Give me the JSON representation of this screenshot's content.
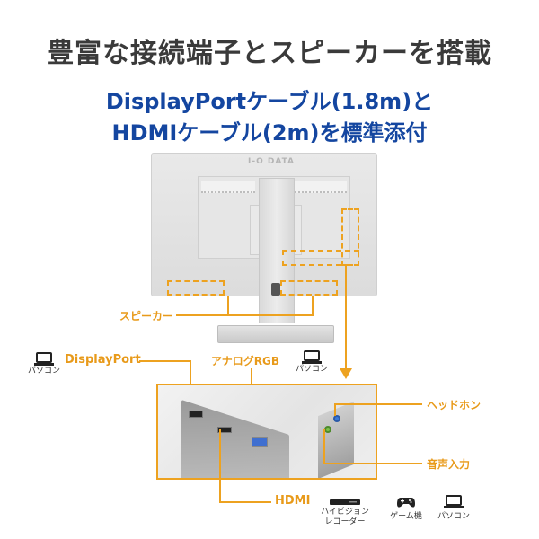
{
  "header": {
    "title": "豊富な接続端子とスピーカーを搭載",
    "subtitle_line1": "DisplayPortケーブル(1.8m)と",
    "subtitle_line2": "HDMIケーブル(2m)を標準添付"
  },
  "monitor": {
    "brand": "I-O DATA"
  },
  "labels": {
    "speaker": "スピーカー",
    "displayport": "DisplayPort",
    "analog_rgb": "アナログRGB",
    "hdmi": "HDMI",
    "headphone": "ヘッドホン",
    "audio_in": "音声入力"
  },
  "devices": {
    "displayport_pc": {
      "icon": "laptop-icon",
      "label": "パソコン"
    },
    "analog_pc": {
      "icon": "laptop-icon",
      "label": "パソコン"
    },
    "hdmi_devices": [
      {
        "icon": "recorder-icon",
        "label_line1": "ハイビジョン",
        "label_line2": "レコーダー"
      },
      {
        "icon": "gamepad-icon",
        "label_line1": "ゲーム機",
        "label_line2": ""
      },
      {
        "icon": "laptop-icon",
        "label_line1": "パソコン",
        "label_line2": ""
      }
    ]
  },
  "colors": {
    "title": "#3a3a3a",
    "subtitle": "#1446a0",
    "accent": "#eda220"
  }
}
